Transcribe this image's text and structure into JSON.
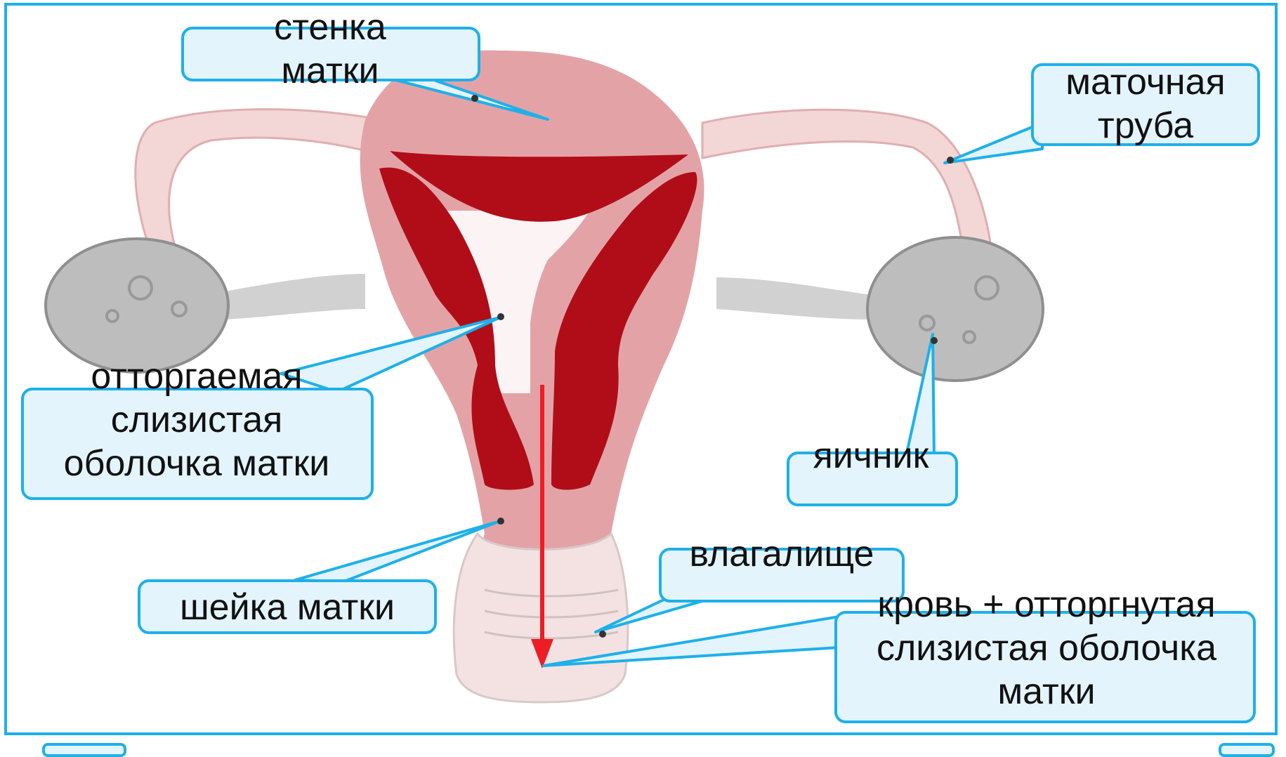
{
  "labels": {
    "uterine_wall": "стенка матки",
    "fallopian_tube": "маточная труба",
    "shedding_mucosa": "отторгаемая слизистая оболочка матки",
    "ovary": "яичник",
    "cervix": "шейка матки",
    "vagina": "влагалище",
    "discharge": "кровь + отторгнутая слизистая оболочка матки"
  },
  "colors": {
    "frame": "#1fb0e8",
    "callout_fill": "#e3f4fc",
    "uterus": "#e3a3a6",
    "endometrium": "#b10d18",
    "ovary": "#bdbdbd",
    "arrow": "#ee1c25"
  }
}
